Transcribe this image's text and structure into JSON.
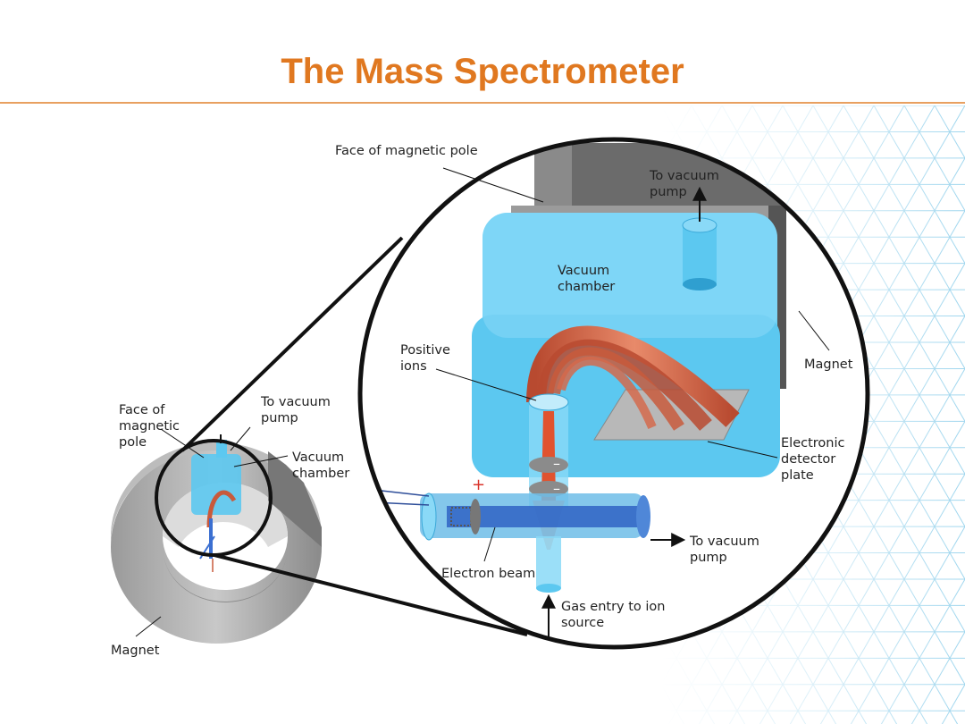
{
  "title": "The Mass Spectrometer",
  "colors": {
    "title": "#e07820",
    "rule": "#e8a060",
    "chamber": "#5cc8f0",
    "ion_beam": "#c85a3c",
    "magnet": "#7a7a7a",
    "pattern": "#9fd6ee"
  },
  "labels": {
    "face_magnetic_pole_big": "Face of magnetic pole",
    "to_vacuum_pump_top": "To vacuum\npump",
    "vacuum_chamber_big": "Vacuum\nchamber",
    "positive_ions": "Positive\nions",
    "magnet_big": "Magnet",
    "electronic_detector_plate": "Electronic\ndetector\nplate",
    "to_vacuum_pump_right": "To vacuum\npump",
    "electron_beam": "Electron beam",
    "gas_entry": "Gas entry to ion\nsource",
    "face_magnetic_pole_small": "Face of\nmagnetic\npole",
    "to_vacuum_pump_small": "To vacuum\npump",
    "vacuum_chamber_small": "Vacuum\nchamber",
    "magnet_small": "Magnet",
    "plus_sign": "+",
    "minus_sign_1": "–",
    "minus_sign_2": "–"
  }
}
